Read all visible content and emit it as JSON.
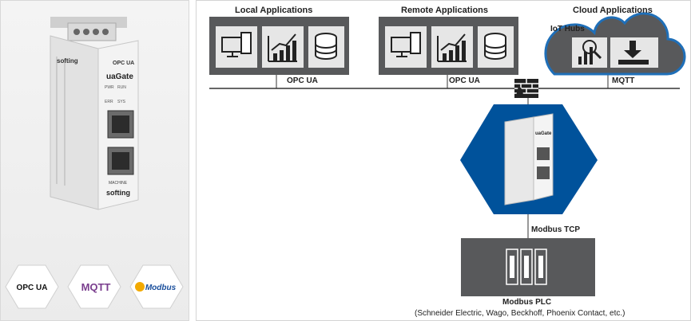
{
  "product": {
    "brand": "softing",
    "model": "uaGate",
    "badge": "OPC UA",
    "leds": [
      "PWR",
      "RUN",
      "ERR",
      "SYS"
    ],
    "port_label": "MACHINE"
  },
  "protocols": [
    {
      "name": "OPC UA",
      "icon": "opc-ua-logo-icon"
    },
    {
      "name": "MQTT",
      "icon": "mqtt-logo-icon"
    },
    {
      "name": "Modbus",
      "icon": "modbus-logo-icon"
    }
  ],
  "diagram": {
    "local": {
      "title": "Local Applications",
      "link": "OPC UA"
    },
    "remote": {
      "title": "Remote Applications",
      "link": "OPC UA"
    },
    "cloud": {
      "title": "Cloud Applications",
      "sub": "IoT Hubs",
      "link": "MQTT"
    },
    "gateway_link": "Modbus TCP",
    "plc": {
      "title": "Modbus PLC",
      "subtitle": "(Schneider Electric, Wago, Beckhoff, Phoenix Contact, etc.)"
    }
  },
  "colors": {
    "box": "#58595b",
    "hex": "#00529b",
    "tile": "#e6e6e6"
  }
}
